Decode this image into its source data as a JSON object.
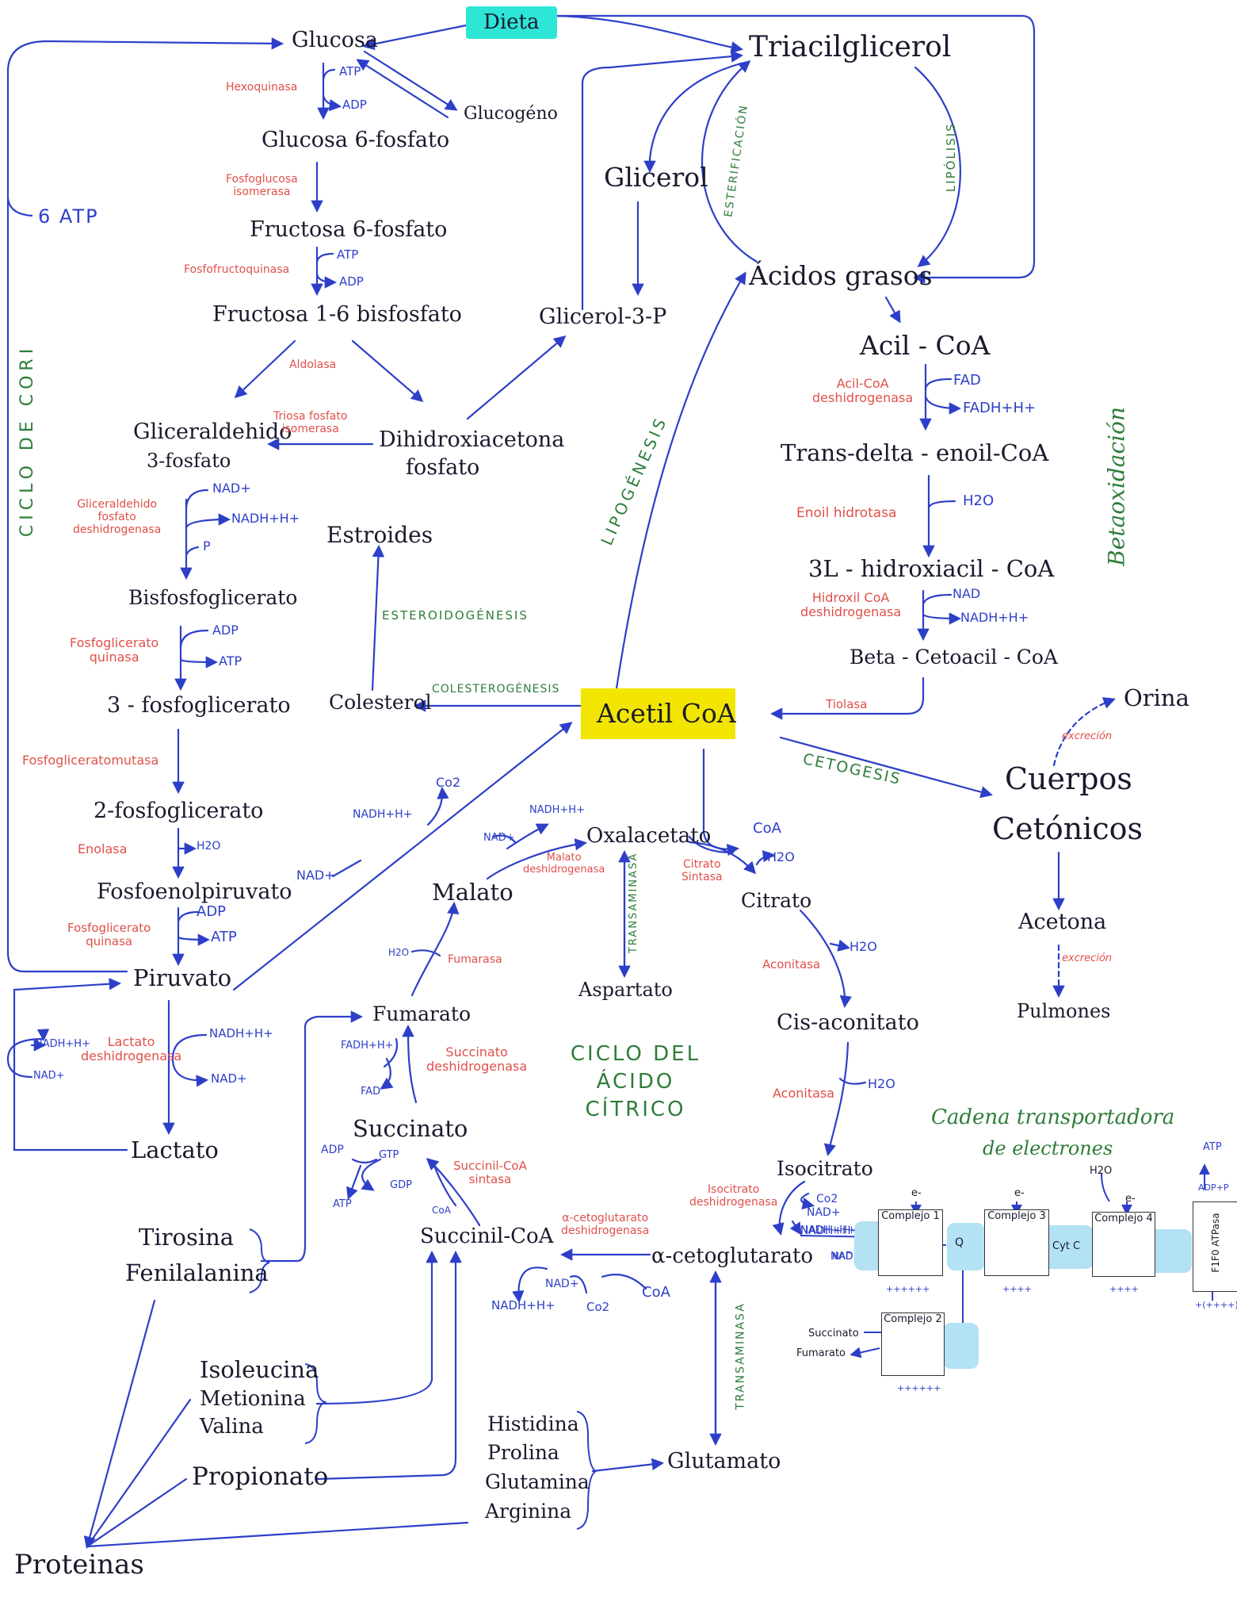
{
  "colors": {
    "dieta_box": "#2ee6d6",
    "acetil_box": "#f2e600",
    "arrow": "#2d3fc8",
    "enzyme": "#e0504a",
    "process": "#2e7d3a",
    "highlight": "#b3e2f5"
  },
  "nodes": {
    "dieta": "Dieta",
    "glucosa": "Glucosa",
    "glucogeno": "Glucogéno",
    "glucosa6f": "Glucosa 6-fosfato",
    "fructosa6f": "Fructosa 6-fosfato",
    "fructosa16": "Fructosa 1-6  bisfosfato",
    "gliceraldehido": "Gliceraldehido",
    "gliceraldehido2": "3-fosfato",
    "dihidroxiacetona": "Dihidroxiacetona",
    "dihidroxiacetona2": "fosfato",
    "bisfosfoglicerato": "Bisfosfoglicerato",
    "fosfoglicerato3": "3 - fosfoglicerato",
    "fosfoglicerato2": "2-fosfoglicerato",
    "fosfoenolpiruvato": "Fosfoenolpiruvato",
    "piruvato": "Piruvato",
    "lactato": "Lactato",
    "triacilglicerol": "Triacilglicerol",
    "glicerol": "Glicerol",
    "glicerol3p": "Glicerol-3-P",
    "acidos_grasos": "Ácidos grasos",
    "acil_coa": "Acil - CoA",
    "trans_delta": "Trans-delta - enoil-CoA",
    "hidroxiacil": "3L - hidroxiacil - CoA",
    "beta_cetoacil": "Beta - Cetoacil - CoA",
    "acetil_coa": "Acetil CoA",
    "estroides": "Estroides",
    "colesterol": "Colesterol",
    "cuerpos": "Cuerpos",
    "cetonicos": "Cetónicos",
    "acetona": "Acetona",
    "pulmones": "Pulmones",
    "orina": "Orina",
    "oxalacetato": "Oxalacetato",
    "malato": "Malato",
    "aspartato": "Aspartato",
    "citrato": "Citrato",
    "fumarato": "Fumarato",
    "cis_aconitato": "Cis-aconitato",
    "isocitrato": "Isocitrato",
    "succinato": "Succinato",
    "succinil_coa": "Succinil-CoA",
    "alfa_cetoglutarato": "α-cetoglutarato",
    "glutamato": "Glutamato",
    "tirosina": "Tirosina",
    "fenilalanina": "Fenilalanina",
    "isoleucina": "Isoleucina",
    "metionina": "Metionina",
    "valina": "Valina",
    "propionato": "Propionato",
    "histidina": "Histidina",
    "prolina": "Prolina",
    "glutamina": "Glutamina",
    "arginina": "Arginina",
    "proteinas": "Proteinas"
  },
  "enzymes": {
    "hexoquinasa": "Hexoquinasa",
    "fosfoglucosa_1": "Fosfoglucosa",
    "fosfoglucosa_2": "isomerasa",
    "fosfofructo": "Fosfofructoquinasa",
    "aldolasa": "Aldolasa",
    "triosa_1": "Triosa fosfato",
    "triosa_2": "isomerasa",
    "g3pdh_1": "Gliceraldehido",
    "g3pdh_2": "fosfato",
    "g3pdh_3": "deshidrogenasa",
    "pgk_1": "Fosfoglicerato",
    "pgk_2": "quinasa",
    "pgm": "Fosfogliceratomutasa",
    "enolasa": "Enolasa",
    "pk_1": "Fosfoglicerato",
    "pk_2": "quinasa",
    "ldh_1": "Lactato",
    "ldh_2": "deshidrogenasa",
    "acilcoa_1": "Acil-CoA",
    "acilcoa_2": "deshidrogenasa",
    "enoil": "Enoil hidrotasa",
    "hidroxil_1": "Hidroxil CoA",
    "hidroxil_2": "deshidrogenasa",
    "tiolasa": "Tiolasa",
    "malato_dh_1": "Malato",
    "malato_dh_2": "deshidrogenasa",
    "citrato_s_1": "Citrato",
    "citrato_s_2": "Sintasa",
    "aconitasa_1": "Aconitasa",
    "aconitasa_2": "Aconitasa",
    "fumarasa": "Fumarasa",
    "succinato_dh_1": "Succinato",
    "succinato_dh_2": "deshidrogenasa",
    "succinil_s_1": "Succinil-CoA",
    "succinil_s_2": "sintasa",
    "isocitrato_dh_1": "Isocitrato",
    "isocitrato_dh_2": "deshidrogenasa",
    "akg_dh_1": "α-cetoglutarato",
    "akg_dh_2": "deshidrogenasa"
  },
  "cofactors": {
    "atp_1": "ATP",
    "adp_1": "ADP",
    "atp_2": "ATP",
    "adp_2": "ADP",
    "nad_1": "NAD+",
    "nadh_1": "NADH+H+",
    "p_1": "P",
    "adp_3": "ADP",
    "atp_3": "ATP",
    "h2o_1": "H2O",
    "adp_4": "ADP",
    "atp_4": "ATP",
    "nadh_2": "NADH+H+",
    "nad_2": "NAD+",
    "nadh_3": "NADH+H+",
    "nad_3": "NAD+",
    "fad_1": "FAD",
    "fadh_1": "FADH+H+",
    "h2o_2": "H2O",
    "nad_4": "NAD",
    "nadh_4": "NADH+H+",
    "nadh_5": "NADH+H+",
    "nad_5": "NAD+",
    "co2_1": "Co2",
    "nadh_6": "NADH+H+",
    "nad_6": "NAD+",
    "coa_1": "CoA",
    "h2o_3": "H2O",
    "h2o_4": "H2O",
    "h2o_5": "H2O",
    "h2o_6": "H2O",
    "fadh_2": "FADH+H+",
    "fad_2": "FAD",
    "adp_5": "ADP",
    "gtp": "GTP",
    "gdp": "GDP",
    "atp_5": "ATP",
    "coa_2": "CoA",
    "co2_2": "Co2",
    "nad_7": "NAD+",
    "nadh_7": "NADH+H+",
    "nad_8": "NAD",
    "nad_9": "NAD+",
    "nadh_8": "NADH+H+",
    "co2_3": "Co2",
    "coa_3": "CoA",
    "atp_6": "6 ATP"
  },
  "processes": {
    "ciclo_cori": "CICLO DE CORI",
    "lipogenesis": "LIPOGÉNESIS",
    "esterificacion": "ESTERIFICACIÓN",
    "lipolisis": "LIPÓLISIS",
    "betaoxidacion": "Betaoxidación",
    "esteroidogenesis": "ESTEROIDOGÉNESIS",
    "colesterogenesis": "COLESTEROGÉNESIS",
    "cetogesis": "CETOGESIS",
    "transaminasa_1": "TRANSAMINASA",
    "transaminasa_2": "TRANSAMINASA",
    "ciclo_citrico_1": "CICLO DEL",
    "ciclo_citrico_2": "ÁCIDO",
    "ciclo_citrico_3": "CÍTRICO",
    "excrecion_1": "excreción",
    "excrecion_2": "excreción"
  },
  "etc": {
    "title_1": "Cadena transportadora",
    "title_2": "de electrones",
    "complejo_1": "Complejo 1",
    "complejo_2": "Complejo 2",
    "complejo_3": "Complejo 3",
    "complejo_4": "Complejo 4",
    "atpasa": "F1F0 ATPasa",
    "q": "Q",
    "cytc": "Cyt C",
    "e1": "e-",
    "e3": "e-",
    "e4": "e-",
    "nadh": "NADH+H+",
    "nad": "NAD",
    "succinato": "Succinato",
    "fumarato": "Fumarato",
    "h2o": "H2O",
    "atp": "ATP",
    "adp_p": "ADP+P",
    "plus_1": "++++++",
    "plus_2": "++++",
    "plus_3": "++++",
    "plus_4": "++++++",
    "plus_5": "+(++++)"
  }
}
